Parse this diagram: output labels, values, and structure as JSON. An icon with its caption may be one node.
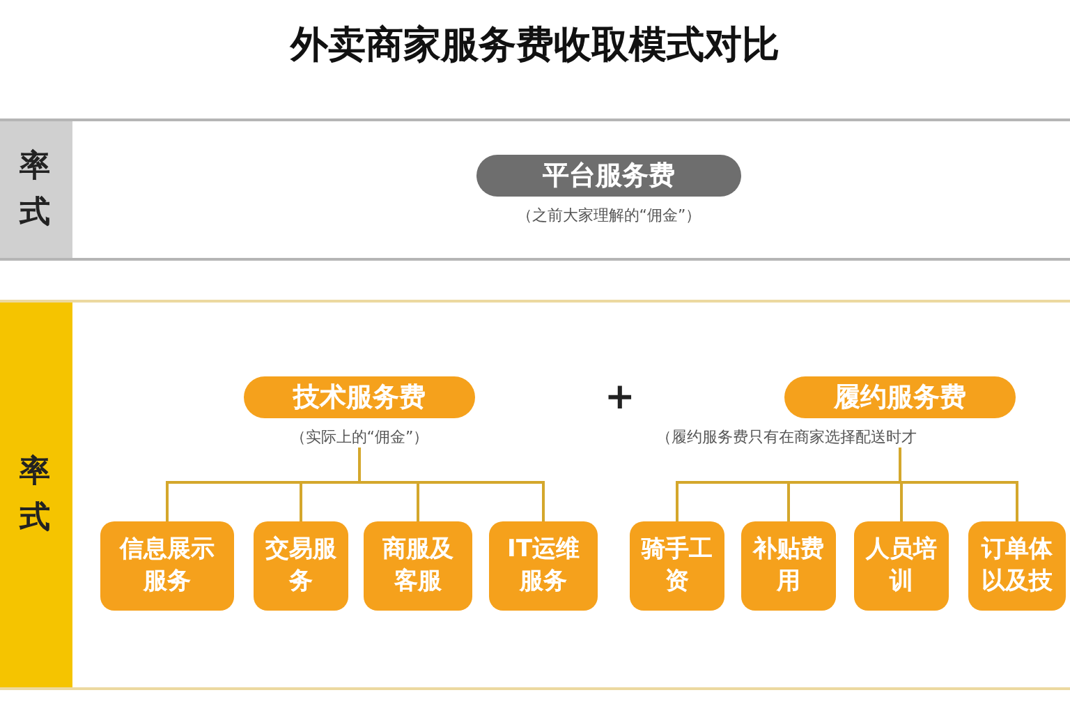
{
  "diagram": {
    "title": "外卖商家服务费收取模式对比",
    "nodes": [
      {
        "text": [
          "率式"
        ]
      },
      {
        "text": [
          "平台服务费"
        ],
        "beside": [
          "（之前大家理解的“佣金”）"
        ]
      },
      {
        "text": [
          "率式"
        ]
      },
      {
        "text": [
          "技术服务费"
        ],
        "beside": [
          "（实际上的“佣金”）"
        ]
      },
      {
        "text": [
          "信息展示服务"
        ]
      },
      {
        "text": [
          "交易服务"
        ]
      },
      {
        "text": [
          "商服及客服"
        ]
      },
      {
        "text": [
          "IT运维服务"
        ]
      },
      {
        "text": [
          "履约服务费"
        ],
        "beside": [
          "（履约服务费只有在商家选择配送时才"
        ]
      },
      {
        "text": [
          "骑手工资"
        ]
      },
      {
        "text": [
          "补贴费用"
        ]
      },
      {
        "text": [
          "人员培训"
        ]
      },
      {
        "text": [
          "订单体以及技"
        ]
      }
    ],
    "edges": [
      {
        "from": 3,
        "to": 4,
        "arrow": "none"
      },
      {
        "from": 3,
        "to": 5,
        "arrow": "none"
      },
      {
        "from": 3,
        "to": 6,
        "arrow": "none"
      },
      {
        "from": 3,
        "to": 7,
        "arrow": "none"
      },
      {
        "from": 8,
        "to": 9,
        "arrow": "none"
      },
      {
        "from": 8,
        "to": 10,
        "arrow": "none"
      },
      {
        "from": 8,
        "to": 11,
        "arrow": "none"
      },
      {
        "from": 8,
        "to": 12,
        "arrow": "none"
      }
    ],
    "labels": [
      "+"
    ]
  }
}
